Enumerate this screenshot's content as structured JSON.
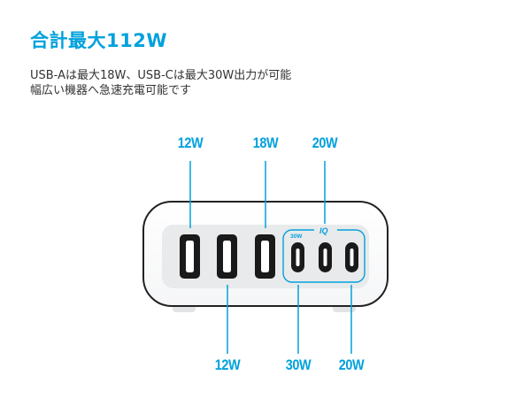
{
  "header": {
    "title": "合計最大112W",
    "description_line1": "USB-Aは最大18W、USB-Cは最大30W出力が可能",
    "description_line2": "幅広い機器へ急速充電可能です"
  },
  "labels": {
    "top": [
      "12W",
      "18W",
      "20W"
    ],
    "bottom": [
      "12W",
      "30W",
      "20W"
    ]
  },
  "device": {
    "badge_30w": "30W",
    "badge_iq": "IQ"
  },
  "colors": {
    "accent": "#00a1dc",
    "text": "#333333",
    "body": "#ffffff",
    "panel": "#e9eaeb",
    "port": "#1a1a1a"
  }
}
